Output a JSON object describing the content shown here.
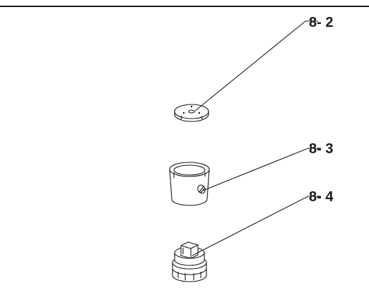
{
  "callouts": [
    {
      "label": "8- 2"
    },
    {
      "label": "8- 3"
    },
    {
      "label": "8- 4"
    }
  ]
}
